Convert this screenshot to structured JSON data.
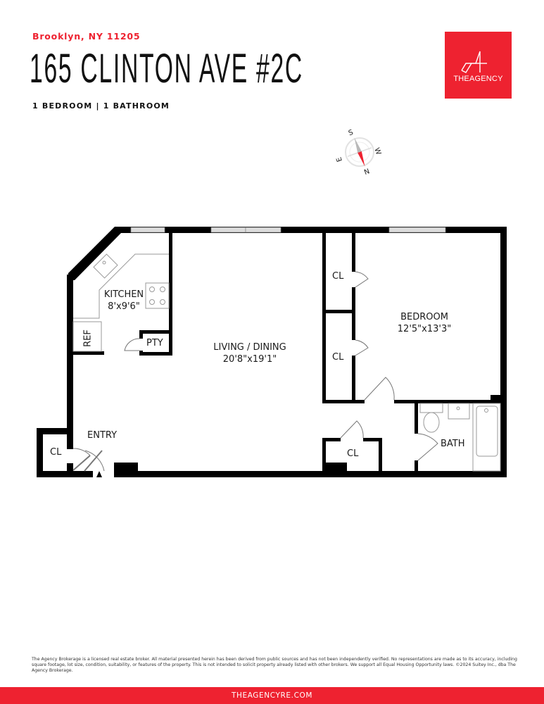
{
  "header": {
    "location": "Brooklyn, NY 11205",
    "title": "165 CLINTON AVE #2C",
    "subtitle": "1 BEDROOM | 1 BATHROOM"
  },
  "logo": {
    "text": "THEAGENCY",
    "color": "#ee2230",
    "icon": "agency-a-mark-icon"
  },
  "compass": {
    "icon": "compass-rose-icon",
    "labels": {
      "n": "N",
      "s": "S",
      "e": "E",
      "w": "W"
    },
    "needle_color": "#ee2230"
  },
  "floorplan": {
    "rooms": [
      {
        "id": "kitchen",
        "name": "KITCHEN",
        "dims": "8'x9'6\""
      },
      {
        "id": "living",
        "name": "LIVING / DINING",
        "dims": "20'8\"x19'1\""
      },
      {
        "id": "bedroom",
        "name": "BEDROOM",
        "dims": "12'5\"x13'3\""
      },
      {
        "id": "bath",
        "name": "BATH",
        "dims": ""
      },
      {
        "id": "entry",
        "name": "ENTRY",
        "dims": ""
      },
      {
        "id": "ref",
        "name": "REF",
        "dims": ""
      },
      {
        "id": "pantry",
        "name": "PTY",
        "dims": ""
      },
      {
        "id": "closet_entry",
        "name": "CL",
        "dims": ""
      },
      {
        "id": "closet_bed_1",
        "name": "CL",
        "dims": ""
      },
      {
        "id": "closet_bed_2",
        "name": "CL",
        "dims": ""
      },
      {
        "id": "closet_hall",
        "name": "CL",
        "dims": ""
      }
    ]
  },
  "disclaimer": "The Agency Brokerage is a licensed real estate broker. All material presented herein has been derived from public sources and has not been independently verified. No representations are made as to its accuracy, including square footage, lot size, condition, suitability, or features of the property. This is not intended to solicit property already listed with other brokers. We support all Equal Housing Opportunity laws. ©2024 Suitey Inc., dba The Agency Brokerage.",
  "footer": {
    "url": "THEAGENCYRE.COM",
    "color": "#ee2230"
  }
}
